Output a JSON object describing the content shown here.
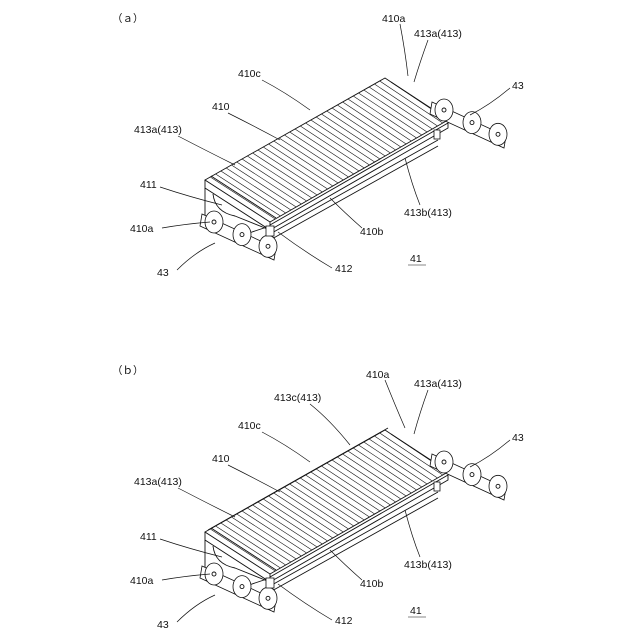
{
  "panels": [
    {
      "id": "a",
      "label": "（ａ）",
      "figure_number": "41",
      "labels": {
        "l410a_top": "410a",
        "l413a_top": "413a(413)",
        "l43_right": "43",
        "l410c": "410c",
        "l410": "410",
        "l413a_left": "413a(413)",
        "l411": "411",
        "l410a_left": "410a",
        "l43_left": "43",
        "l412": "412",
        "l410b": "410b",
        "l413b": "413b(413)"
      }
    },
    {
      "id": "b",
      "label": "（ｂ）",
      "figure_number": "41",
      "labels": {
        "l410a_top": "410a",
        "l413a_top": "413a(413)",
        "l413c": "413c(413)",
        "l43_right": "43",
        "l410c": "410c",
        "l410": "410",
        "l413a_left": "413a(413)",
        "l411": "411",
        "l410a_left": "410a",
        "l43_left": "43",
        "l412": "412",
        "l410b": "410b",
        "l413b": "413b(413)"
      }
    }
  ]
}
